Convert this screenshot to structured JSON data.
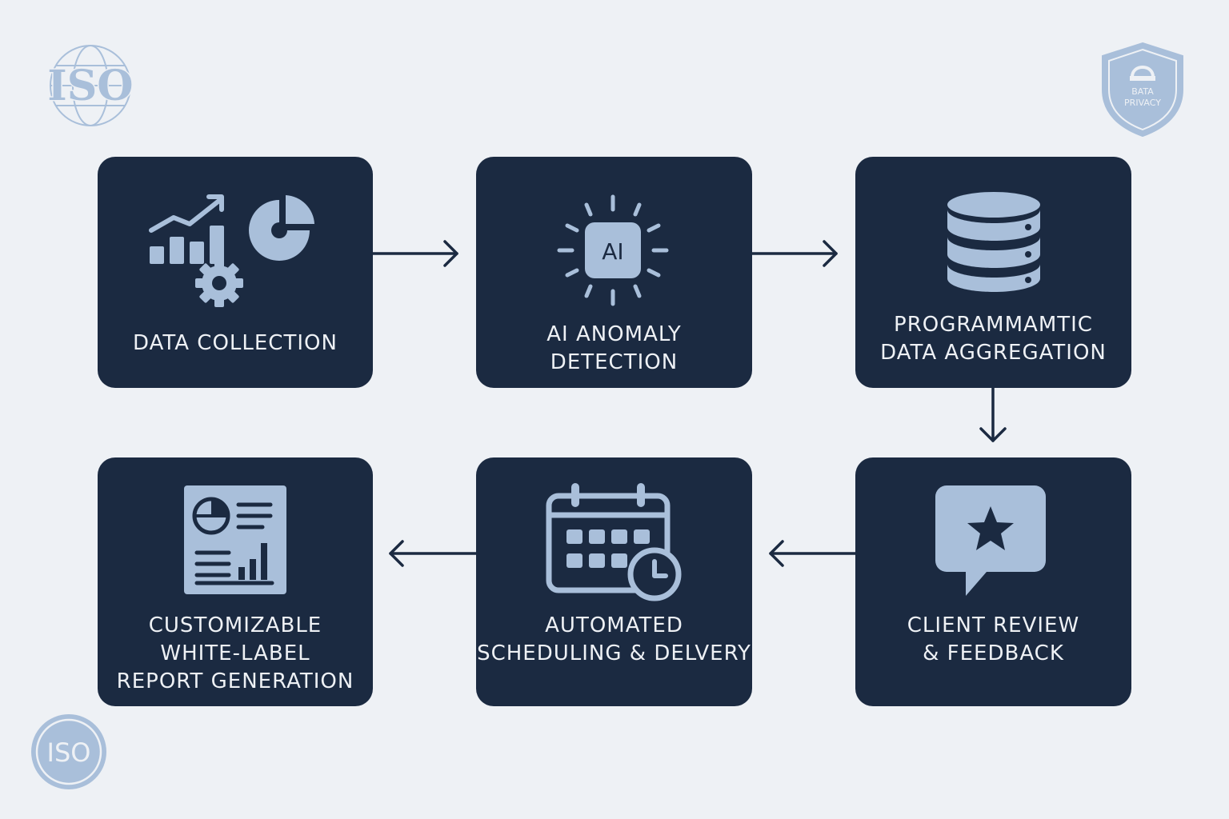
{
  "colors": {
    "background": "#eef1f5",
    "card": "#1b2a41",
    "icon": "#a9bfda",
    "label": "#eef1f5",
    "arrow": "#1b2a41",
    "seal": "#a9bfda"
  },
  "badges": {
    "iso_top": "ISO",
    "iso_bottom": "ISO",
    "privacy_line1": "BATA",
    "privacy_line2": "PRIVACY"
  },
  "steps": [
    {
      "id": "data-collection",
      "icon": "chart-gear-icon",
      "lines": [
        "DATA COLLECTION"
      ]
    },
    {
      "id": "ai-anomaly-detection",
      "icon": "ai-chip-icon",
      "lines": [
        "AI ANOMALY",
        "DETECTION"
      ]
    },
    {
      "id": "data-aggregation",
      "icon": "database-icon",
      "lines": [
        "PROGRAMMAMTIC",
        "DATA AGGREGATION"
      ]
    },
    {
      "id": "client-review",
      "icon": "star-comment-icon",
      "lines": [
        "CLIENT REVIEW",
        "& FEEDBACK"
      ]
    },
    {
      "id": "scheduling-delivery",
      "icon": "calendar-clock-icon",
      "lines": [
        "AUTOMATED",
        "SCHEDULING & DELVERY"
      ]
    },
    {
      "id": "report-generation",
      "icon": "report-document-icon",
      "lines": [
        "CUSTOMIZABLE",
        "WHITE-LABEL",
        "REPORT GENERATION"
      ]
    }
  ]
}
